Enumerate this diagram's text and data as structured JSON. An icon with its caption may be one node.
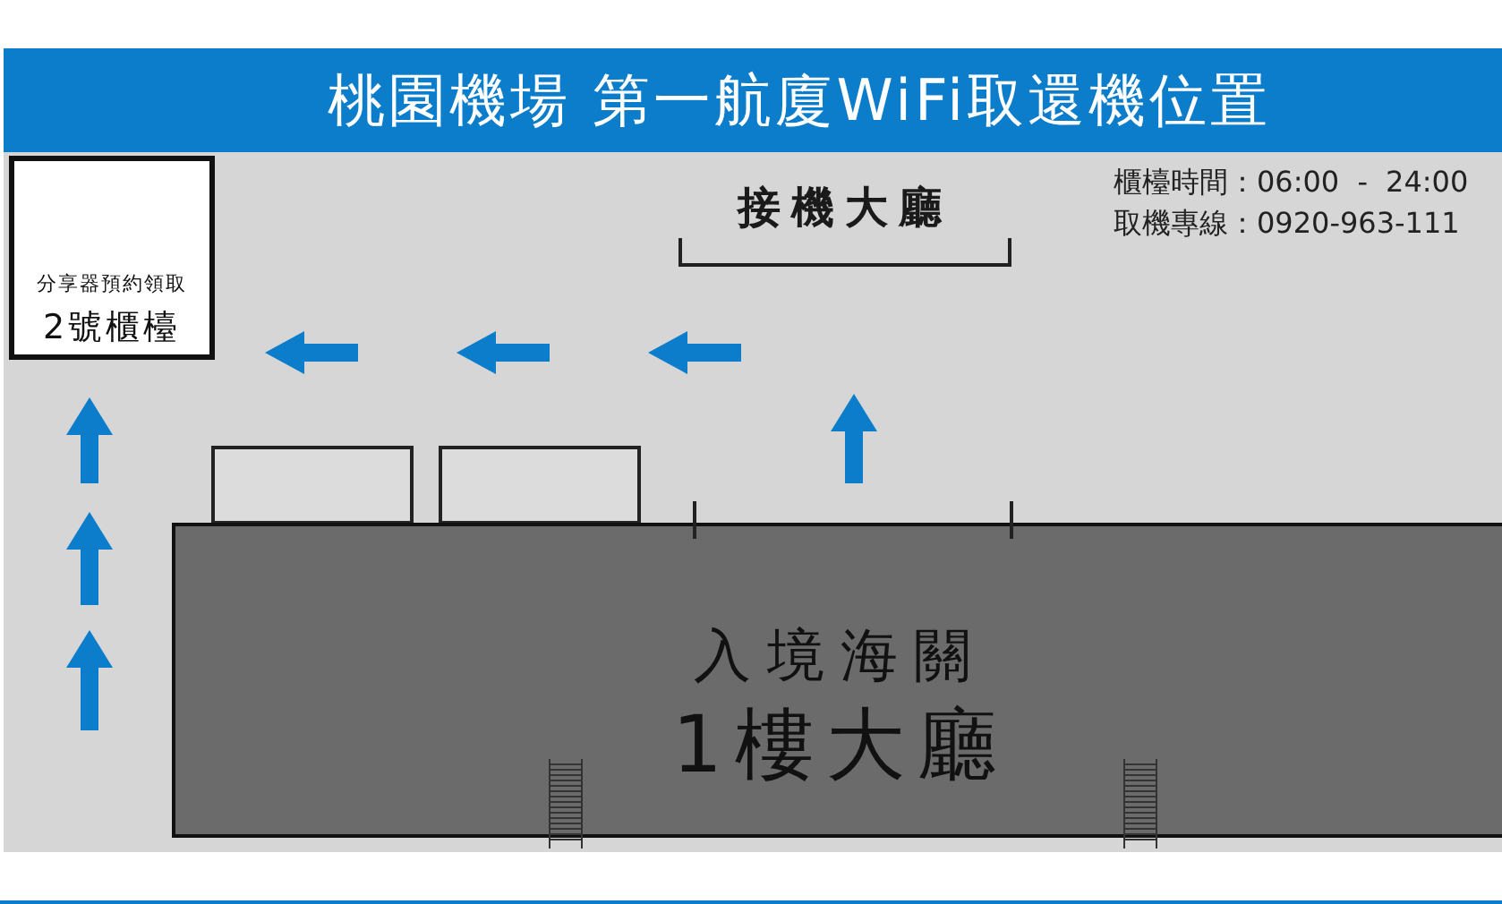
{
  "diagram": {
    "title": "桃園機場 第一航廈WiFi取還機位置",
    "nodes": [
      {
        "text": [
          "分享器預約領取",
          "2號櫃檯"
        ]
      },
      {
        "text": [],
        "shape": "box"
      },
      {
        "text": [],
        "shape": "box"
      },
      {
        "text": [
          "入境海關",
          "1樓大廳"
        ]
      }
    ],
    "labels": [
      "接機大廳",
      "櫃檯時間：06:00 - 24:00",
      "取機專線：0920-963-111"
    ]
  }
}
